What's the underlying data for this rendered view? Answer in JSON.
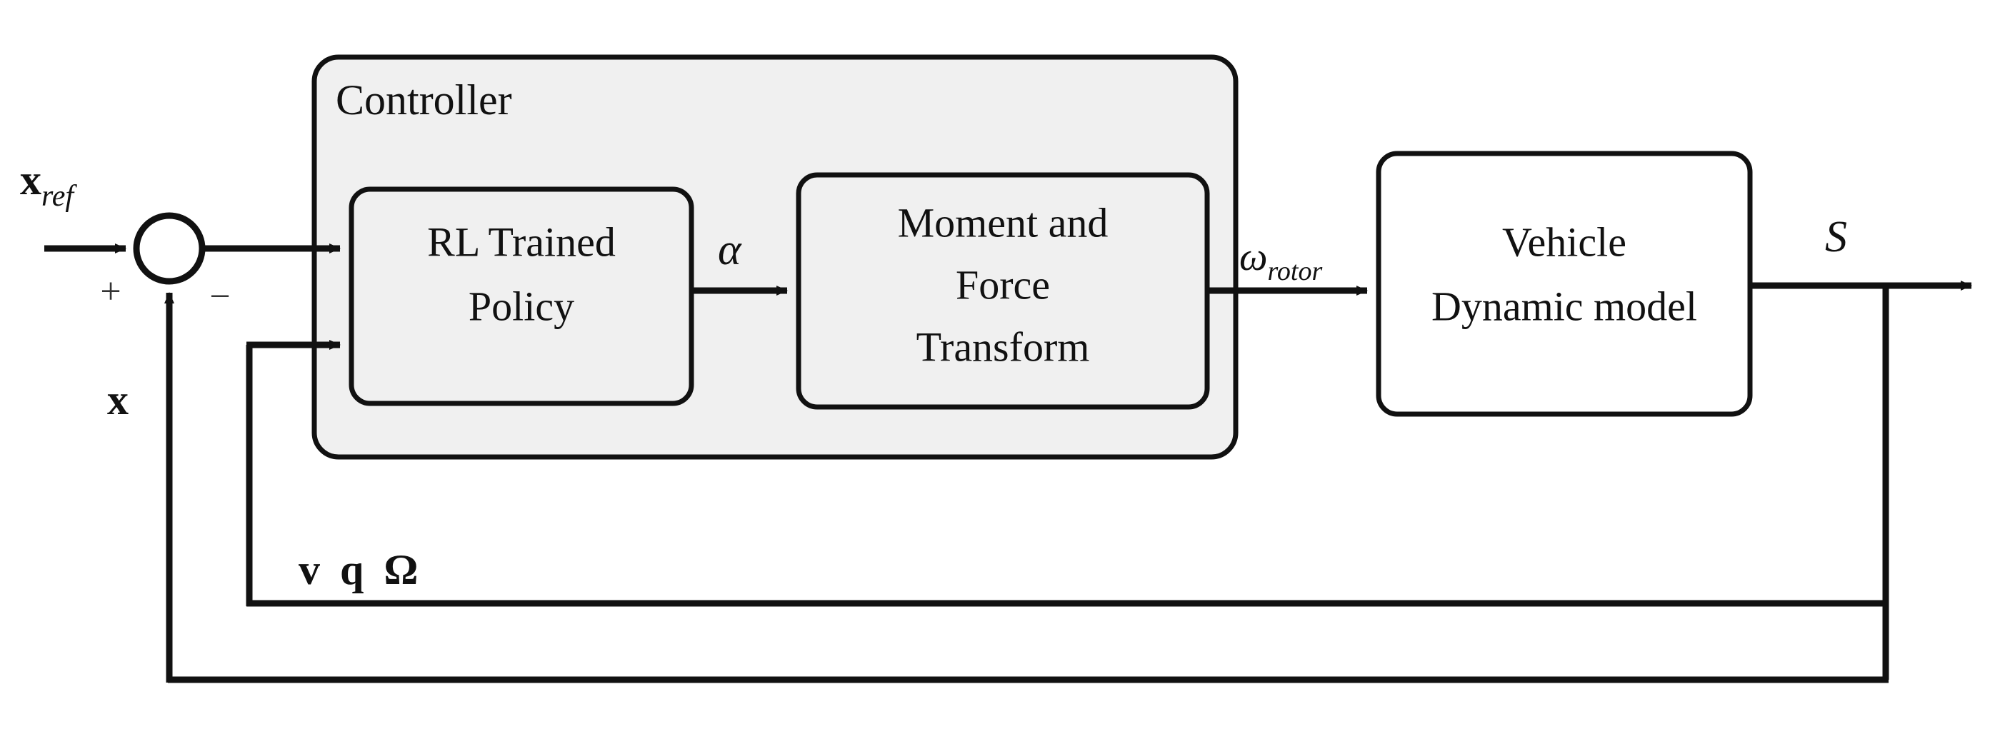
{
  "diagram": {
    "title": "RL control loop block diagram",
    "colors": {
      "line": "#111111",
      "controller_fill": "#f0f0f0",
      "block_fill": "#f0f0f0",
      "plant_fill": "#ffffff",
      "text": "#111111"
    },
    "groups": {
      "controller": {
        "label": "Controller"
      }
    },
    "blocks": {
      "rl_policy": {
        "line1": "RL Trained",
        "line2": "Policy"
      },
      "moment_force": {
        "line1": "Moment and",
        "line2": "Force",
        "line3": "Transform"
      },
      "vehicle": {
        "line1": "Vehicle",
        "line2": "Dynamic model"
      }
    },
    "signals": {
      "reference": {
        "base": "x",
        "sub": "ref"
      },
      "state_feedback": {
        "base": "x"
      },
      "sum_plus": "+",
      "sum_minus": "−",
      "alpha": "α",
      "rotor_speed": {
        "base": "ω",
        "sub": "rotor"
      },
      "measured_states": {
        "v": "v",
        "q": "q",
        "omega": "Ω"
      },
      "output": "S"
    },
    "icons": {
      "sum_junction": "summing-junction-circle",
      "arrow": "arrowhead"
    }
  }
}
